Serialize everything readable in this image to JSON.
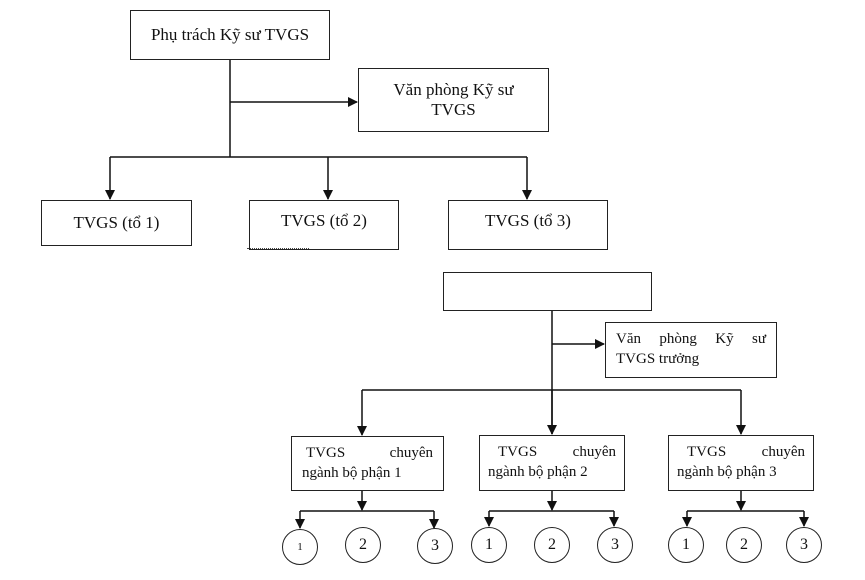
{
  "diagram_top": {
    "root": "Phụ trách Kỹ sư TVGS",
    "office": [
      "Văn phòng Kỹ sư",
      "TVGS"
    ],
    "teams": [
      "TVGS (tổ 1)",
      "TVGS (tổ 2)",
      "TVGS (tổ 3)"
    ]
  },
  "diagram_bottom": {
    "root": "",
    "office": [
      "Văn phòng Kỹ sư",
      "TVGS trưởng"
    ],
    "departments": [
      {
        "line1": "TVGS chuyên",
        "line2": "ngành bộ phận 1",
        "members": [
          "1",
          "2",
          "3"
        ]
      },
      {
        "line1": "TVGS chuyên",
        "line2": "ngành bộ phận 2",
        "members": [
          "1",
          "2",
          "3"
        ]
      },
      {
        "line1": "TVGS chuyên",
        "line2": "ngành bộ phận 3",
        "members": [
          "1",
          "2",
          "3"
        ]
      }
    ]
  }
}
